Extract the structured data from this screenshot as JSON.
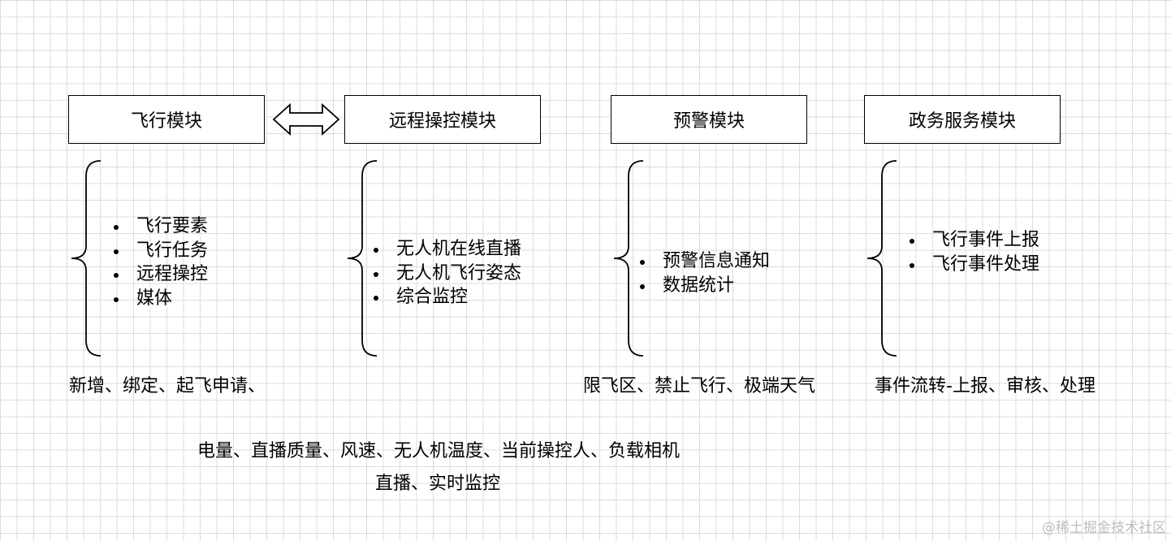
{
  "modules": [
    {
      "title": "飞行模块",
      "items": [
        "飞行要素",
        "飞行任务",
        "远程操控",
        "媒体"
      ]
    },
    {
      "title": "远程操控模块",
      "items": [
        "无人机在线直播",
        "无人机飞行姿态",
        "综合监控"
      ]
    },
    {
      "title": "预警模块",
      "items": [
        "预警信息通知",
        "数据统计"
      ]
    },
    {
      "title": "政务服务模块",
      "items": [
        "飞行事件上报",
        "飞行事件处理"
      ]
    }
  ],
  "notes": {
    "flight": "新增、绑定、起飞申请、",
    "remote_line1": "电量、直播质量、风速、无人机温度、当前操控人、负载相机",
    "remote_line2": "直播、实时监控",
    "warning": "限飞区、禁止飞行、极端天气",
    "gov": "事件流转-上报、审核、处理"
  },
  "watermark": "@稀土掘金技术社区"
}
